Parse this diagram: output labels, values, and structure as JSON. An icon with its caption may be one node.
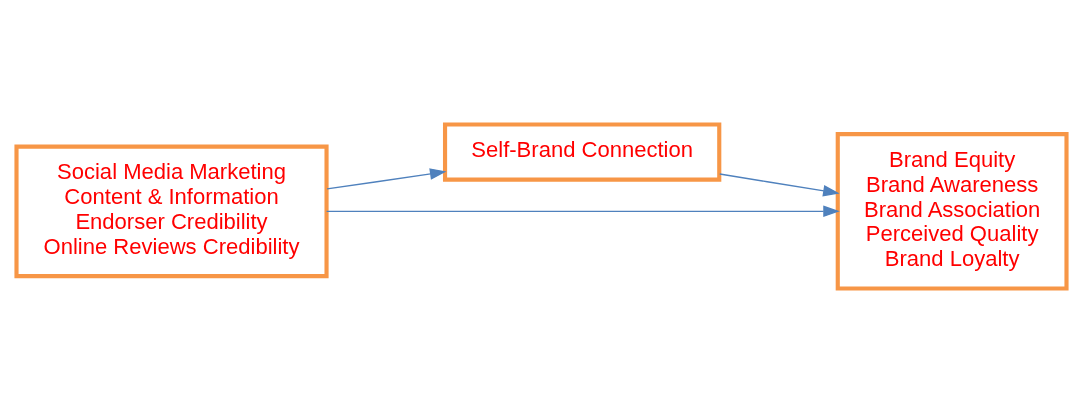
{
  "diagram": {
    "nodes": [
      {
        "text": [
          "Social Media Marketing",
          "Content & Information",
          "Endorser Credibility",
          "Online Reviews Credibility"
        ]
      },
      {
        "text": [
          "Self-Brand Connection"
        ]
      },
      {
        "text": [
          "Brand Equity",
          "Brand Awareness",
          "Brand Association",
          "Perceived Quality",
          "Brand Loyalty"
        ]
      }
    ],
    "edges": [
      {
        "from": 0,
        "to": 1,
        "arrow": "to"
      },
      {
        "from": 1,
        "to": 2,
        "arrow": "to"
      },
      {
        "from": 0,
        "to": 2,
        "arrow": "to"
      }
    ]
  }
}
